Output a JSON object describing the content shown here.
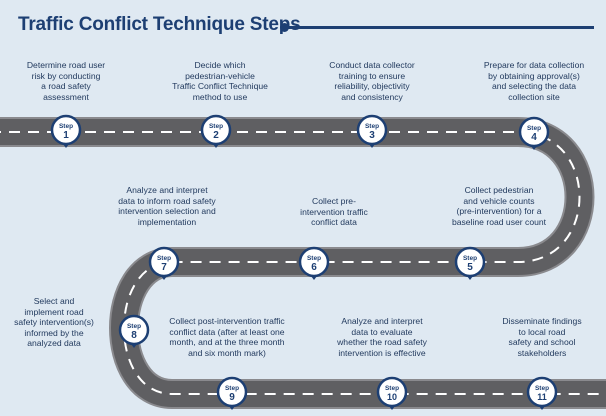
{
  "title": "Traffic Conflict Technique Steps",
  "marker_label": "Step",
  "colors": {
    "background": "#dfe9f2",
    "road": "#5f5f62",
    "edge": "#8a8a8e",
    "dash": "#ffffff",
    "marker": "#1d3f73",
    "title": "#1d3f73"
  },
  "steps": [
    {
      "number": "1",
      "text": "Determine road user\nrisk by conducting\na road safety\nassessment"
    },
    {
      "number": "2",
      "text": "Decide which\npedestrian-vehicle\nTraffic Conflict Technique\nmethod to use"
    },
    {
      "number": "3",
      "text": "Conduct data collector\ntraining to ensure\nreliability, objectivity\nand consistency"
    },
    {
      "number": "4",
      "text": "Prepare for data collection\nby obtaining approval(s)\nand selecting the data\ncollection site"
    },
    {
      "number": "5",
      "text": "Collect pedestrian\nand vehicle counts\n(pre-intervention) for a\nbaseline road user count"
    },
    {
      "number": "6",
      "text": "Collect pre-\nintervention traffic\nconflict data"
    },
    {
      "number": "7",
      "text": "Analyze and interpret\ndata to inform road safety\nintervention selection and\nimplementation"
    },
    {
      "number": "8",
      "text": "Select and\nimplement road\nsafety intervention(s)\ninformed by the\nanalyzed data"
    },
    {
      "number": "9",
      "text": "Collect post-intervention traffic\nconflict data (after at least one\nmonth, and at the three month\nand six month mark)"
    },
    {
      "number": "10",
      "text": "Analyze and interpret\ndata to evaluate\nwhether the road safety\nintervention is effective"
    },
    {
      "number": "11",
      "text": "Disseminate findings\nto local road\nsafety and school\nstakeholders"
    }
  ]
}
